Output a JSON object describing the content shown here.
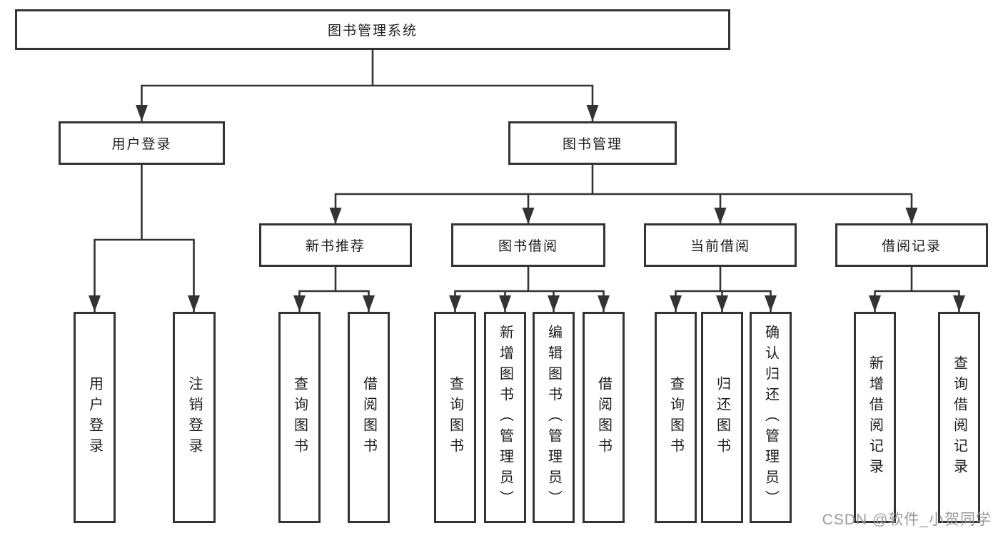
{
  "tree": {
    "root": "图书管理系统",
    "branches": [
      {
        "label": "用户登录",
        "leaves": [
          "用户登录",
          "注销登录"
        ]
      },
      {
        "label": "图书管理",
        "groups": [
          {
            "label": "新书推荐",
            "leaves": [
              "查询图书",
              "借阅图书"
            ]
          },
          {
            "label": "图书借阅",
            "leaves": [
              "查询图书",
              "新增图书（管理员）",
              "编辑图书（管理员）",
              "借阅图书"
            ]
          },
          {
            "label": "当前借阅",
            "leaves": [
              "查询图书",
              "归还图书",
              "确认归还（管理员）"
            ]
          },
          {
            "label": "借阅记录",
            "leaves": [
              "新增借阅记录",
              "查询借阅记录"
            ]
          }
        ]
      }
    ]
  },
  "watermark": "CSDN @软件_小贺同学",
  "colors": {
    "line": "#333333",
    "border": "#333333",
    "text": "#1d1d1d",
    "watermark": "#9a9a9a",
    "background": "#ffffff"
  }
}
